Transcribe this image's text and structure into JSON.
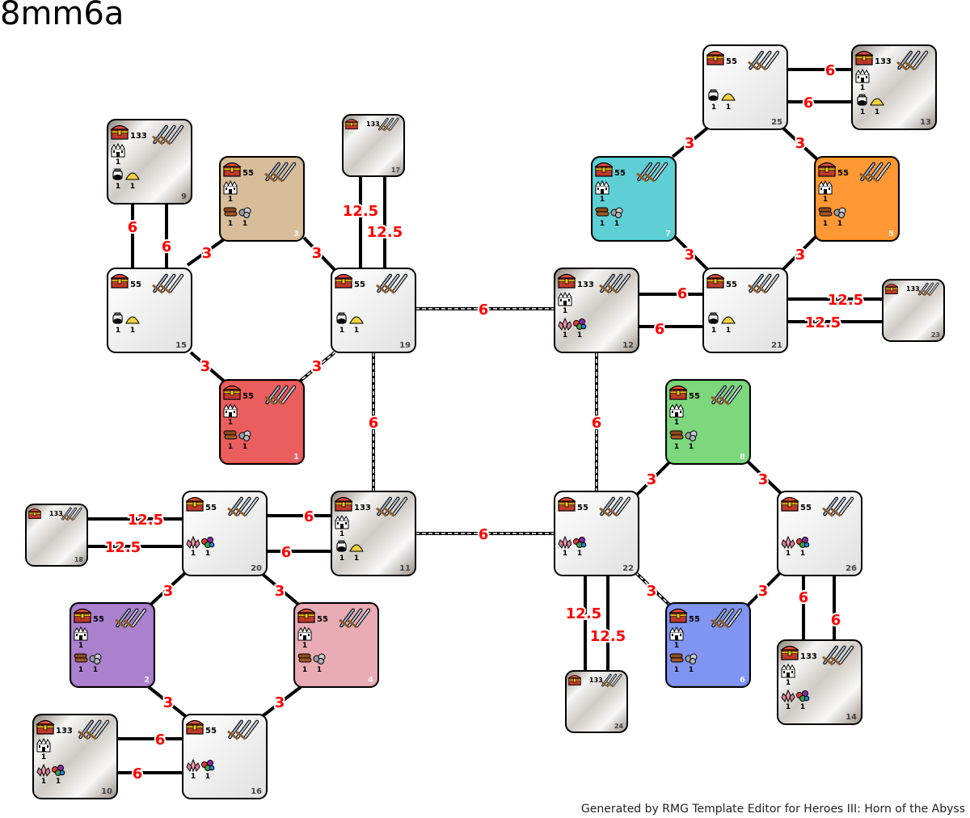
{
  "title": "8mm6a",
  "footer": "Generated by RMG Template Editor for Heroes III: Horn of the Abyss",
  "colors": {
    "neutral_light": "#f4f4f4",
    "neutral_dark": "#9a9288",
    "player1": "#e84848",
    "player2": "#a070c8",
    "player3": "#d2b48c",
    "player4": "#e6a0aa",
    "player5": "#ff8a1a",
    "player6": "#6f86f0",
    "player7": "#48cad0",
    "player8": "#6cd26c",
    "edge_label": "#ff0000"
  },
  "zones": [
    {
      "id": "1",
      "type": "player",
      "color": "player1",
      "treasure": "55",
      "icons": [
        "town",
        "wood-ore"
      ]
    },
    {
      "id": "2",
      "type": "player",
      "color": "player2",
      "treasure": "55",
      "icons": [
        "town",
        "wood-ore"
      ]
    },
    {
      "id": "3",
      "type": "player",
      "color": "player3",
      "treasure": "55",
      "icons": [
        "town",
        "wood-ore"
      ]
    },
    {
      "id": "4",
      "type": "player",
      "color": "player4",
      "treasure": "55",
      "icons": [
        "town",
        "wood-ore"
      ]
    },
    {
      "id": "5",
      "type": "player",
      "color": "player5",
      "treasure": "55",
      "icons": [
        "town",
        "wood-ore"
      ]
    },
    {
      "id": "6",
      "type": "player",
      "color": "player6",
      "treasure": "55",
      "icons": [
        "town",
        "wood-ore"
      ]
    },
    {
      "id": "7",
      "type": "player",
      "color": "player7",
      "treasure": "55",
      "icons": [
        "town",
        "wood-ore"
      ]
    },
    {
      "id": "8",
      "type": "player",
      "color": "player8",
      "treasure": "55",
      "icons": [
        "town",
        "wood-ore"
      ]
    },
    {
      "id": "9",
      "type": "treasure",
      "treasure": "133",
      "icons": [
        "town",
        "mercury-sulfur"
      ]
    },
    {
      "id": "10",
      "type": "treasure",
      "treasure": "133",
      "icons": [
        "town",
        "crystal-gems"
      ]
    },
    {
      "id": "11",
      "type": "treasure",
      "treasure": "133",
      "icons": [
        "town",
        "mercury-sulfur"
      ]
    },
    {
      "id": "12",
      "type": "treasure",
      "treasure": "133",
      "icons": [
        "town",
        "crystal-gems"
      ]
    },
    {
      "id": "13",
      "type": "treasure",
      "treasure": "133",
      "icons": [
        "town",
        "mercury-sulfur"
      ]
    },
    {
      "id": "14",
      "type": "treasure",
      "treasure": "133",
      "icons": [
        "town",
        "crystal-gems"
      ]
    },
    {
      "id": "15",
      "type": "neutral",
      "treasure": "55",
      "icons": [
        "mercury-sulfur"
      ]
    },
    {
      "id": "16",
      "type": "neutral",
      "treasure": "55",
      "icons": [
        "crystal-gems"
      ]
    },
    {
      "id": "17",
      "type": "small",
      "treasure": "133",
      "icons": []
    },
    {
      "id": "18",
      "type": "small",
      "treasure": "133",
      "icons": []
    },
    {
      "id": "19",
      "type": "neutral",
      "treasure": "55",
      "icons": [
        "mercury-sulfur"
      ]
    },
    {
      "id": "20",
      "type": "neutral",
      "treasure": "55",
      "icons": [
        "crystal-gems"
      ]
    },
    {
      "id": "21",
      "type": "neutral",
      "treasure": "55",
      "icons": [
        "mercury-sulfur"
      ]
    },
    {
      "id": "22",
      "type": "neutral",
      "treasure": "55",
      "icons": [
        "crystal-gems"
      ]
    },
    {
      "id": "23",
      "type": "small",
      "treasure": "133",
      "icons": []
    },
    {
      "id": "24",
      "type": "small",
      "treasure": "133",
      "icons": []
    },
    {
      "id": "25",
      "type": "neutral",
      "treasure": "55",
      "icons": [
        "mercury-sulfur"
      ]
    },
    {
      "id": "26",
      "type": "neutral",
      "treasure": "55",
      "icons": [
        "crystal-gems"
      ]
    }
  ],
  "resource_count": "1",
  "connections": [
    {
      "from": "3",
      "to": "15",
      "label": "3",
      "style": "solid"
    },
    {
      "from": "3",
      "to": "19",
      "label": "3",
      "style": "solid"
    },
    {
      "from": "15",
      "to": "1",
      "label": "3",
      "style": "solid"
    },
    {
      "from": "1",
      "to": "19",
      "label": "3",
      "style": "dashed"
    },
    {
      "from": "9",
      "to": "15",
      "label": "6",
      "style": "solid"
    },
    {
      "from": "9",
      "to": "15",
      "label": "6",
      "style": "solid"
    },
    {
      "from": "17",
      "to": "19",
      "label": "12.5",
      "style": "solid"
    },
    {
      "from": "17",
      "to": "19",
      "label": "12.5",
      "style": "solid"
    },
    {
      "from": "19",
      "to": "12",
      "label": "6",
      "style": "dashed"
    },
    {
      "from": "19",
      "to": "11",
      "label": "6",
      "style": "dashed"
    },
    {
      "from": "12",
      "to": "22",
      "label": "6",
      "style": "dashed"
    },
    {
      "from": "11",
      "to": "22",
      "label": "6",
      "style": "dashed"
    },
    {
      "from": "12",
      "to": "21",
      "label": "6",
      "style": "solid"
    },
    {
      "from": "12",
      "to": "21",
      "label": "6",
      "style": "solid"
    },
    {
      "from": "21",
      "to": "23",
      "label": "12.5",
      "style": "solid"
    },
    {
      "from": "21",
      "to": "23",
      "label": "12.5",
      "style": "solid"
    },
    {
      "from": "25",
      "to": "13",
      "label": "6",
      "style": "solid"
    },
    {
      "from": "25",
      "to": "13",
      "label": "6",
      "style": "solid"
    },
    {
      "from": "7",
      "to": "25",
      "label": "3",
      "style": "solid"
    },
    {
      "from": "25",
      "to": "5",
      "label": "3",
      "style": "solid"
    },
    {
      "from": "7",
      "to": "21",
      "label": "3",
      "style": "solid"
    },
    {
      "from": "5",
      "to": "21",
      "label": "3",
      "style": "solid"
    },
    {
      "from": "18",
      "to": "20",
      "label": "12.5",
      "style": "solid"
    },
    {
      "from": "18",
      "to": "20",
      "label": "12.5",
      "style": "solid"
    },
    {
      "from": "20",
      "to": "11",
      "label": "6",
      "style": "solid"
    },
    {
      "from": "20",
      "to": "11",
      "label": "6",
      "style": "solid"
    },
    {
      "from": "20",
      "to": "2",
      "label": "3",
      "style": "solid"
    },
    {
      "from": "20",
      "to": "4",
      "label": "3",
      "style": "solid"
    },
    {
      "from": "2",
      "to": "16",
      "label": "3",
      "style": "solid"
    },
    {
      "from": "4",
      "to": "16",
      "label": "3",
      "style": "solid"
    },
    {
      "from": "10",
      "to": "16",
      "label": "6",
      "style": "solid"
    },
    {
      "from": "10",
      "to": "16",
      "label": "6",
      "style": "solid"
    },
    {
      "from": "22",
      "to": "8",
      "label": "3",
      "style": "solid"
    },
    {
      "from": "8",
      "to": "26",
      "label": "3",
      "style": "solid"
    },
    {
      "from": "22",
      "to": "6",
      "label": "3",
      "style": "dashed"
    },
    {
      "from": "6",
      "to": "26",
      "label": "3",
      "style": "solid"
    },
    {
      "from": "22",
      "to": "24",
      "label": "12.5",
      "style": "solid"
    },
    {
      "from": "22",
      "to": "24",
      "label": "12.5",
      "style": "solid"
    },
    {
      "from": "26",
      "to": "14",
      "label": "6",
      "style": "solid"
    },
    {
      "from": "26",
      "to": "14",
      "label": "6",
      "style": "solid"
    }
  ]
}
